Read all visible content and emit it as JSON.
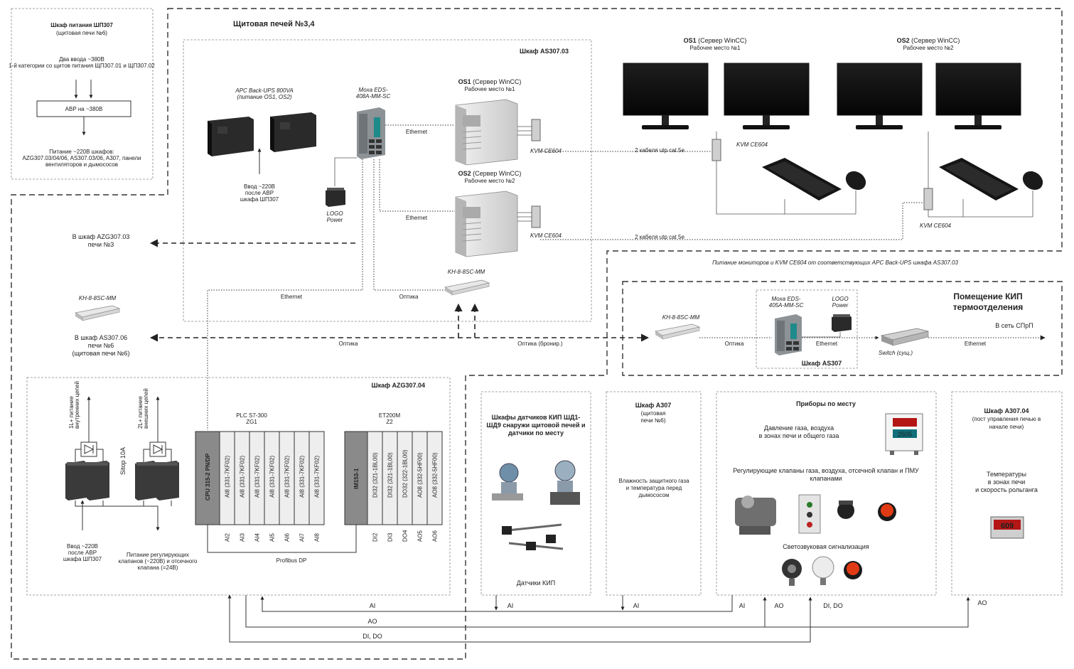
{
  "shp307": {
    "title": "Шкаф питания ШП307",
    "subtitle": "(щитовая печи №6)",
    "inputs_l1": "Два ввода ~380В",
    "inputs_l2": "1-й категории со щитов питания ЩП307.01 и ЩП307.02",
    "avr": "АВР на ~380В",
    "out_l1": "Питание ~220В шкафов:",
    "out_l2": "AZG307.03/04/06, AS307.03/06, A307, панели",
    "out_l3": "вентиляторов и дымососов"
  },
  "room34": {
    "title": "Щитовая печей №3,4"
  },
  "as30703": {
    "title": "Шкаф AS307.03",
    "ups_l1": "APC Back-UPS 800VA",
    "ups_l2": "(питание OS1, OS2)",
    "ups_in_l1": "Ввод ~220В",
    "ups_in_l2": "после АВР",
    "ups_in_l3": "шкафа ШП307",
    "moxa_l1": "Moxa EDS-",
    "moxa_l2": "408A-MM-SC",
    "logo_l1": "LOGO",
    "logo_l2": "Power",
    "os1_name": "OS1",
    "os1_rest": "(Сервер WinCC)",
    "os1_sub": "Рабочее место №1",
    "os2_name": "OS2",
    "os2_rest": "(Сервер WinCC)",
    "os2_sub": "Рабочее место №2",
    "eth1": "Ethernet",
    "eth2": "Ethernet",
    "kvm1": "KVM CE604",
    "kvm2": "KVM CE604",
    "kh_label": "KH-8-8SC-MM",
    "eth3": "Ethernet",
    "optika": "Оптика"
  },
  "workstations": {
    "os1_name": "OS1",
    "os1_rest": "(Сервер WinCC)",
    "os1_sub": "Рабочее место №1",
    "os2_name": "OS2",
    "os2_rest": "(Сервер WinCC)",
    "os2_sub": "Рабочее место №2",
    "cable1": "2 кабеля utp cat 5e",
    "cable2": "2 кабеля utp cat 5e",
    "kvm1": "KVM CE604",
    "kvm2": "KVM CE604",
    "power_note": "Питание мониторов и KVM CE604 от соответствующих APC Back-UPS шкафа AS307.03"
  },
  "links": {
    "azg30703_l1": "В шкаф AZG307.03",
    "azg30703_l2": "печи №3",
    "kh_left": "KH-8-8SC-MM",
    "as30706_l1": "В шкаф AS307.06",
    "as30706_l2": "печи №6",
    "as30706_l3": "(щитовая печи №6)",
    "optika": "Оптика",
    "optika_res": "Оптика (бронир.)"
  },
  "kip": {
    "title_l1": "Помещение КИП",
    "title_l2": "термоотделения",
    "kh": "KH-8-8SC-MM",
    "moxa_l1": "Moxa EDS-",
    "moxa_l2": "405A-MM-SC",
    "logo_l1": "LOGO",
    "logo_l2": "Power",
    "optika": "Оптика",
    "eth1": "Ethernet",
    "switch": "Switch (сущ.)",
    "eth2": "Ethernet",
    "net": "В сеть СПрП",
    "cabinet": "Шкаф AS307"
  },
  "azg30704": {
    "title": "Шкаф AZG307.04",
    "plc_l1": "PLC S7-300",
    "plc_l2": "ZG1",
    "et_l1": "ET200M",
    "et_l2": "Z2",
    "cpu": "CPU 315-2 PN/DP",
    "plc_mods": [
      "AI8 (331-7KF02)",
      "AI8 (331-7KF02)",
      "AI8 (331-7KF02)",
      "AI8 (331-7KF02)",
      "AI8 (331-7KF02)",
      "AI8 (331-7KF02)",
      "AI8 (331-7KF02)"
    ],
    "plc_tags": [
      "AI2",
      "AI3",
      "AI4",
      "AI5",
      "AI6",
      "AI7",
      "AI8"
    ],
    "im": "IM153-1",
    "et_mods": [
      "DI32 (321-1BL00)",
      "DI32 (321-1BL00)",
      "DO32 (322-1BL00)",
      "AO8 (332-5HF00)",
      "AO8 (332-5HF00)"
    ],
    "et_tags": [
      "DI2",
      "DI3",
      "DO4",
      "AO5",
      "AO6"
    ],
    "profibus": "Profibus DP",
    "sitop": "Sitop 10A",
    "l1": "1L+ питание",
    "l1b": "внутренних цепей",
    "l2": "2L+ питание",
    "l2b": "внешних цепей",
    "in_l1": "Ввод ~220В",
    "in_l2": "после АВР",
    "in_l3": "шкафа ШП307",
    "pw_l1": "Питание регулирующих",
    "pw_l2": "клапанов (~220В) и отсечного",
    "pw_l3": "клапана (=24В)"
  },
  "sensors": {
    "title_l1": "Шкафы датчиков КИП ШД1-",
    "title_l2": "ШД9 снаружи щитовой печей и",
    "title_l3": "датчики по месту",
    "caption": "Датчики КИП"
  },
  "a307": {
    "title": "Шкаф А307",
    "sub_l1": "(щитовая",
    "sub_l2": "печи №6)",
    "note_l1": "Влажность защитного газа",
    "note_l2": "и температура перед",
    "note_l3": "дымососом"
  },
  "field": {
    "title": "Приборы по месту",
    "press_l1": "Давление газа, воздуха",
    "press_l2": "в зонах печи и общего газа",
    "press_display": "2505",
    "valves_l1": "Регулирующие клапаны газа, воздуха, отсечной клапан и ПМУ",
    "valves_l2": "клапанами",
    "alarm": "Светозвуковая сигнализация"
  },
  "a30704": {
    "title": "Шкаф А307.04",
    "sub_l1": "(пост управления печью в",
    "sub_l2": "начале печи)",
    "note_l1": "Температуры",
    "note_l2": "в зонах печи",
    "note_l3": "и скорость рольганга",
    "display": "609"
  },
  "buses": {
    "ai1": "AI",
    "ai2": "AI",
    "ai3": "AI",
    "ai4": "AI",
    "ao1": "AO",
    "ao2": "AO",
    "ao3": "AO",
    "dido1": "DI, DO",
    "dido2": "DI, DO"
  }
}
